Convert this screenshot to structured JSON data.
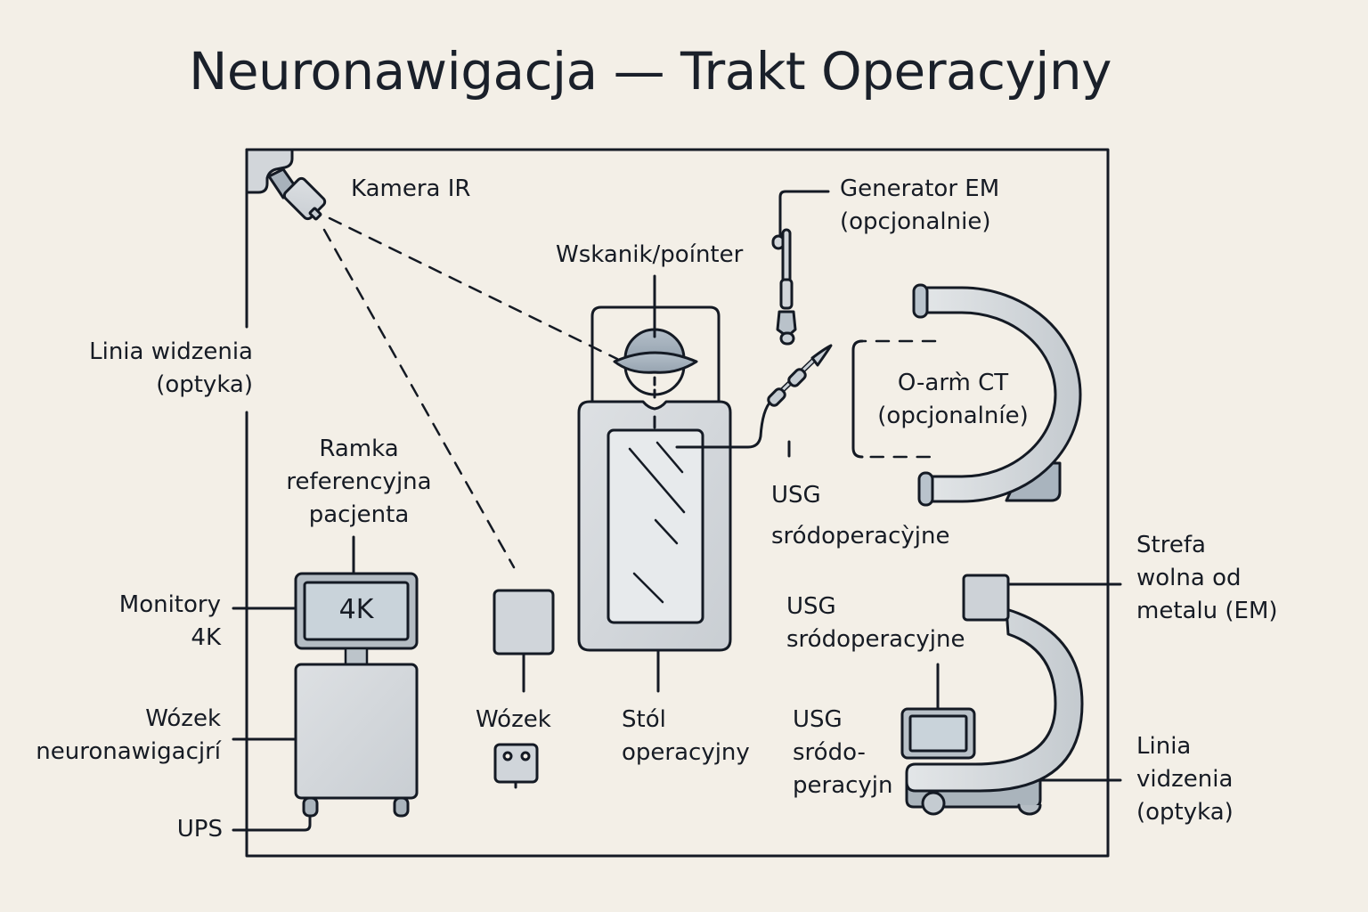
{
  "title": "Neuronawigacja — Trakt Operacyjny",
  "colors": {
    "background": "#f3efe7",
    "stroke": "#141a24",
    "device_fill": "#d5d9dd",
    "device_fill_light": "#e6e9eb",
    "screen_fill": "#c9d3da",
    "head_fill": "#a9b5c0"
  },
  "labels": {
    "camera_ir": {
      "lines": [
        "Kamera IR"
      ]
    },
    "generator_em": {
      "lines": [
        "Generator EM",
        "(opcjonalnie)"
      ]
    },
    "pointer": {
      "lines": [
        "Wskanik/poínter"
      ]
    },
    "line_of_sight_left": {
      "lines": [
        "Linia widzenia",
        "(optyka)"
      ]
    },
    "o_arm": {
      "lines": [
        "O-arm̀ CT",
        "(opcjonalníe)"
      ]
    },
    "usg_probe": {
      "lines": [
        "USG",
        "sródoperacỳjne"
      ]
    },
    "reference_frame": {
      "lines": [
        "Ramka",
        "referencyjna",
        "pacjenta"
      ]
    },
    "monitors": {
      "lines": [
        "Monitory",
        "4K"
      ]
    },
    "monitor_screen": "4K",
    "nav_cart": {
      "lines": [
        "Wózek",
        "neuronawigacjrí"
      ]
    },
    "ups": {
      "lines": [
        "UPS"
      ]
    },
    "cart_small": {
      "lines": [
        "Wózek"
      ]
    },
    "table": {
      "lines": [
        "Stól",
        "operacyjny"
      ]
    },
    "metal_free_zone": {
      "lines": [
        "Strefa",
        "wolna od",
        "metalu (EM)"
      ]
    },
    "usg_unit_upper": {
      "lines": [
        "USG",
        "sródoperacyjne"
      ]
    },
    "usg_unit_lower": {
      "lines": [
        "USG",
        "sródo-",
        "peracyjn"
      ]
    },
    "line_of_sight_right": {
      "lines": [
        "Linia",
        "vidzenia",
        "(optyka)"
      ]
    }
  },
  "components": [
    {
      "id": "camera-ir",
      "icon": "ir-camera-icon"
    },
    {
      "id": "em-generator",
      "icon": "em-probe-icon"
    },
    {
      "id": "patient-head",
      "icon": "patient-head-icon"
    },
    {
      "id": "operating-table",
      "icon": "operating-table-icon"
    },
    {
      "id": "usg-probe",
      "icon": "ultrasound-probe-icon"
    },
    {
      "id": "o-arm-ct",
      "icon": "o-arm-icon"
    },
    {
      "id": "nav-cart",
      "icon": "navigation-cart-icon"
    },
    {
      "id": "monitor-4k",
      "icon": "monitor-icon"
    },
    {
      "id": "small-cart",
      "icon": "cart-box-icon"
    },
    {
      "id": "power-socket",
      "icon": "power-socket-icon"
    },
    {
      "id": "c-arm",
      "icon": "c-arm-icon"
    },
    {
      "id": "usg-monitor",
      "icon": "ultrasound-monitor-icon"
    }
  ]
}
